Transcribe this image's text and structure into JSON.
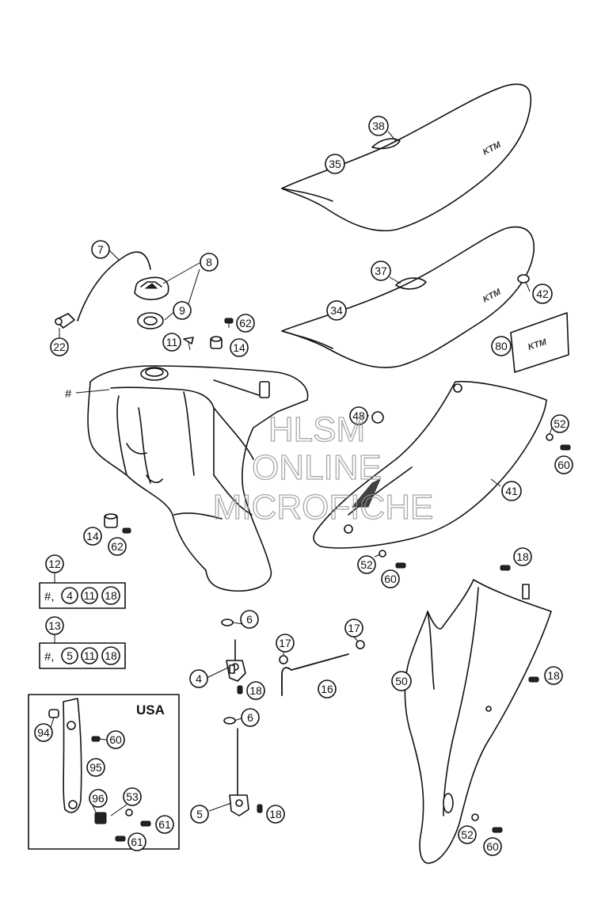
{
  "watermark": {
    "line1": "HLSM",
    "line2": "ONLINE",
    "line3": "MICROFICHE"
  },
  "seat_logo": "KTM",
  "usa_box_label": "USA",
  "kit_rows": {
    "kit12": {
      "hash": "#,",
      "parts": [
        "4",
        "11",
        "18"
      ]
    },
    "kit13": {
      "hash": "#,",
      "parts": [
        "5",
        "11",
        "18"
      ]
    }
  },
  "tank_label": "#",
  "callouts": {
    "c38": "38",
    "c35": "35",
    "c37": "37",
    "c34": "34",
    "c42": "42",
    "c80": "80",
    "c7": "7",
    "c8": "8",
    "c9": "9",
    "c22": "22",
    "c62a": "62",
    "c11": "11",
    "c14a": "14",
    "c48": "48",
    "c52a": "52",
    "c60a": "60",
    "c41": "41",
    "c14b": "14",
    "c62b": "62",
    "c52b": "52",
    "c60b": "60",
    "c12": "12",
    "c13": "13",
    "c18a": "18",
    "c6a": "6",
    "c17a": "17",
    "c17b": "17",
    "c4": "4",
    "c18b": "18",
    "c16": "16",
    "c50": "50",
    "c18c": "18",
    "c6b": "6",
    "c5": "5",
    "c18d": "18",
    "c52c": "52",
    "c60c": "60",
    "c94": "94",
    "c60d": "60",
    "c95": "95",
    "c96": "96",
    "c53": "53",
    "c61a": "61",
    "c61b": "61"
  }
}
